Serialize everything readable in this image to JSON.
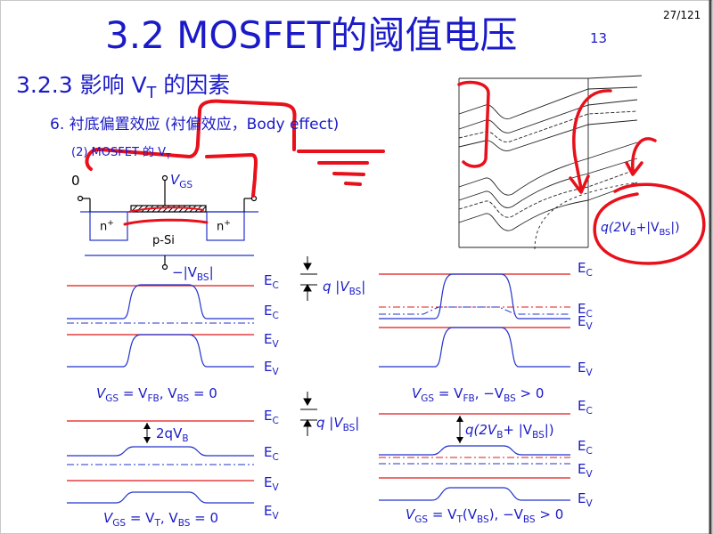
{
  "header": {
    "title": "3.2  MOSFET的阈值电压",
    "title_suffix": "13",
    "page_number": "27/121"
  },
  "section": {
    "heading": "3.2.3  影响 V",
    "heading_sub": "T",
    "heading_tail": " 的因素",
    "item6": "6. 衬底偏置效应 (衬偏效应，Body effect)",
    "item2": "(2) MOSFET 的 V",
    "item2_sub": "T"
  },
  "device": {
    "source_voltage": "0",
    "gate_label": "V",
    "gate_label_sub": "GS",
    "left_region": "n",
    "right_region": "n",
    "doping_sup": "+",
    "substrate": "p-Si",
    "substrate_bias_prefix": "−|V",
    "substrate_bias_sub": "BS",
    "substrate_bias_suffix": "|"
  },
  "bands": {
    "ec": "E",
    "ec_sub": "C",
    "ev": "E",
    "ev_sub": "V"
  },
  "spacings": {
    "q_vbs_1": "q |V",
    "q_vbs_1_sub": "BS",
    "q_vbs_2": "q |V",
    "q_vbs_2_sub": "BS",
    "two_q_vb": "2qV",
    "two_q_vb_sub": "B",
    "q_total": "q(2V",
    "q_total_sub1": "B",
    "q_total_mid": "+ |V",
    "q_total_sub2": "BS",
    "q_total_end": "|)",
    "handwritten_annotation": "q(2V",
    "handwritten_sub1": "B",
    "handwritten_mid": "+|V",
    "handwritten_sub2": "BS",
    "handwritten_end": "|)"
  },
  "conditions": {
    "c1_a": "V",
    "c1_a_sub": "GS",
    "c1_b": " = V",
    "c1_b_sub": "FB",
    "c1_c": ", V",
    "c1_c_sub": "BS",
    "c1_d": " = 0",
    "c2_a": "V",
    "c2_a_sub": "GS",
    "c2_b": " = V",
    "c2_b_sub": "FB",
    "c2_c": ", −V",
    "c2_c_sub": "BS",
    "c2_d": " > 0",
    "c3_a": "V",
    "c3_a_sub": "GS",
    "c3_b": " = V",
    "c3_b_sub": "T",
    "c3_c": ", V",
    "c3_c_sub": "BS",
    "c3_d": " = 0",
    "c4_a": "V",
    "c4_a_sub": "GS",
    "c4_b": " = V",
    "c4_b_sub": "T",
    "c4_c": "(V",
    "c4_c_sub": "BS",
    "c4_d": "), −V",
    "c4_d_sub": "BS",
    "c4_e": " > 0"
  },
  "colors": {
    "title_blue": "#1a1ac8",
    "band_red": "#e01818",
    "band_blue": "#2233cc",
    "ink_red": "#e8101a"
  }
}
